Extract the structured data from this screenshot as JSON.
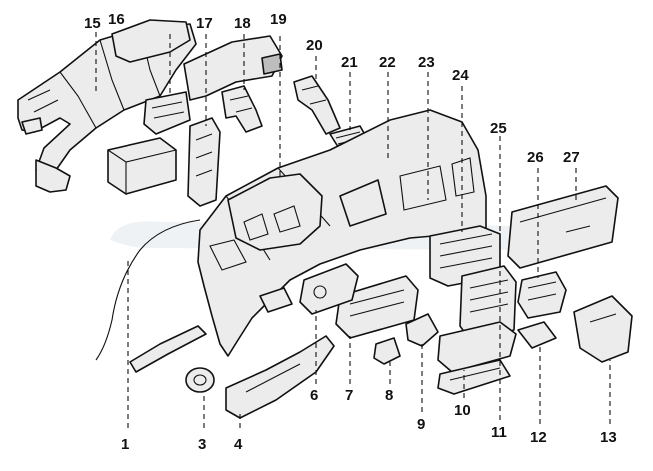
{
  "callouts": [
    {
      "id": "1",
      "label": "1"
    },
    {
      "id": "3",
      "label": "3"
    },
    {
      "id": "4",
      "label": "4"
    },
    {
      "id": "6",
      "label": "6"
    },
    {
      "id": "7",
      "label": "7"
    },
    {
      "id": "8",
      "label": "8"
    },
    {
      "id": "9",
      "label": "9"
    },
    {
      "id": "10",
      "label": "10"
    },
    {
      "id": "11",
      "label": "11"
    },
    {
      "id": "12",
      "label": "12"
    },
    {
      "id": "13",
      "label": "13"
    },
    {
      "id": "15",
      "label": "15"
    },
    {
      "id": "16",
      "label": "16"
    },
    {
      "id": "17",
      "label": "17"
    },
    {
      "id": "18",
      "label": "18"
    },
    {
      "id": "19",
      "label": "19"
    },
    {
      "id": "20",
      "label": "20"
    },
    {
      "id": "21",
      "label": "21"
    },
    {
      "id": "22",
      "label": "22"
    },
    {
      "id": "23",
      "label": "23"
    },
    {
      "id": "24",
      "label": "24"
    },
    {
      "id": "25",
      "label": "25"
    },
    {
      "id": "26",
      "label": "26"
    },
    {
      "id": "27",
      "label": "27"
    }
  ],
  "colors": {
    "line": "#111111",
    "fill": "#ececec",
    "background": "#ffffff",
    "watermark": "#cfd6dc"
  }
}
